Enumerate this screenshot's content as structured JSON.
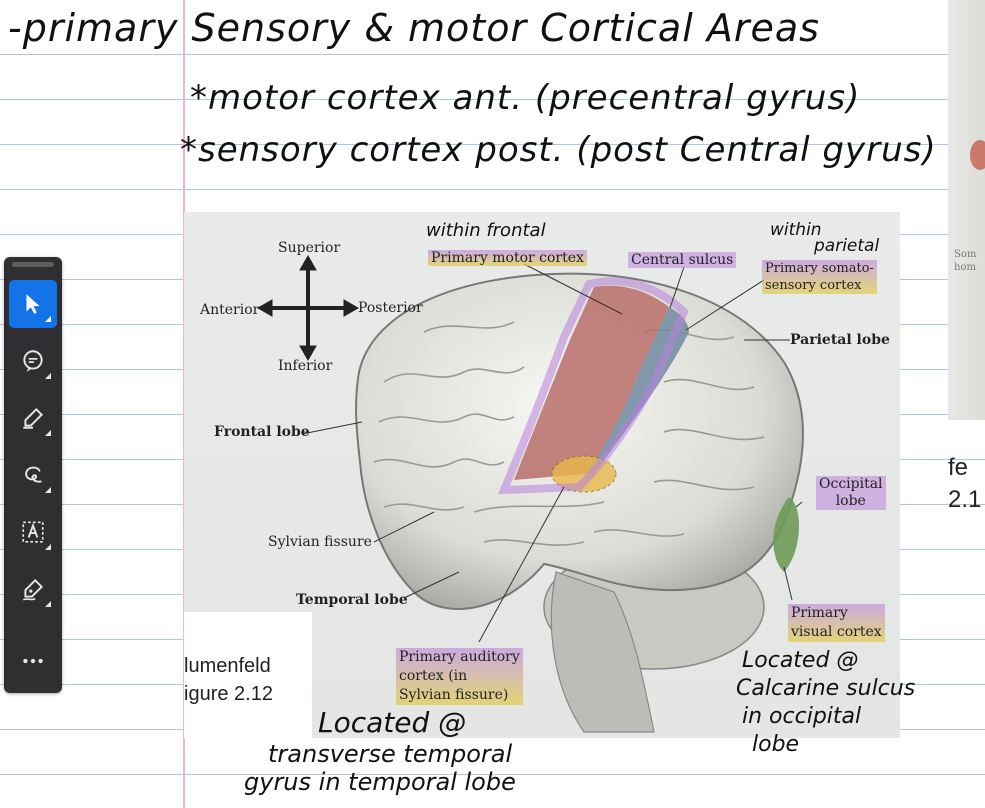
{
  "notes": {
    "heading": "-primary Sensory & motor Cortical Areas",
    "line1": "*motor cortex ant. (precentral gyrus)",
    "line2": "*sensory cortex post. (post Central gyrus)",
    "frontal_note": "within frontal",
    "parietal_note_1": "within",
    "parietal_note_2": "parietal",
    "auditory_note_1": "Located @",
    "auditory_note_2": "transverse temporal",
    "auditory_note_3": "gyrus in temporal lobe",
    "visual_note_1": "Located @",
    "visual_note_2": "Calcarine sulcus",
    "visual_note_3": "in occipital",
    "visual_note_4": "lobe"
  },
  "figure": {
    "compass": {
      "superior": "Superior",
      "inferior": "Inferior",
      "anterior": "Anterior",
      "posterior": "Posterior"
    },
    "labels": {
      "primary_motor": "Primary motor cortex",
      "central_sulcus": "Central sulcus",
      "somatosensory_1": "Primary somato-",
      "somatosensory_2": "sensory cortex",
      "parietal": "Parietal lobe",
      "frontal": "Frontal lobe",
      "occipital_1": "Occipital",
      "occipital_2": "lobe",
      "sylvian": "Sylvian fissure",
      "temporal": "Temporal lobe",
      "visual_1": "Primary",
      "visual_2": "visual cortex",
      "auditory_1": "Primary auditory",
      "auditory_2": "cortex (in",
      "auditory_3": "Sylvian fissure)"
    },
    "caption_1": "lumenfeld",
    "caption_2": "igure 2.12"
  },
  "right_panel": {
    "text_1": "fe",
    "text_2": "2.1",
    "photo_text_1": "Som",
    "photo_text_2": "hom"
  },
  "toolbar": {
    "tools": [
      {
        "name": "select-tool",
        "icon": "cursor-icon",
        "active": true
      },
      {
        "name": "comment-tool",
        "icon": "comment-icon",
        "active": false
      },
      {
        "name": "highlight-tool",
        "icon": "highlighter-icon",
        "active": false
      },
      {
        "name": "draw-tool",
        "icon": "freehand-icon",
        "active": false
      },
      {
        "name": "text-tool",
        "icon": "text-box-icon",
        "active": false
      },
      {
        "name": "signature-tool",
        "icon": "pen-icon",
        "active": false
      },
      {
        "name": "more-tools",
        "icon": "more-icon",
        "active": false
      }
    ]
  },
  "colors": {
    "accent": "#1473e6",
    "toolbar_bg": "#2f2f31",
    "rule_line": "#a9c9ea",
    "margin_line": "#e9b7d8",
    "motor_fill": "#b96f6a",
    "sensory_fill": "#6f8aa0",
    "visual_fill": "#6e9a55",
    "auditory_fill": "#e8b84a"
  }
}
